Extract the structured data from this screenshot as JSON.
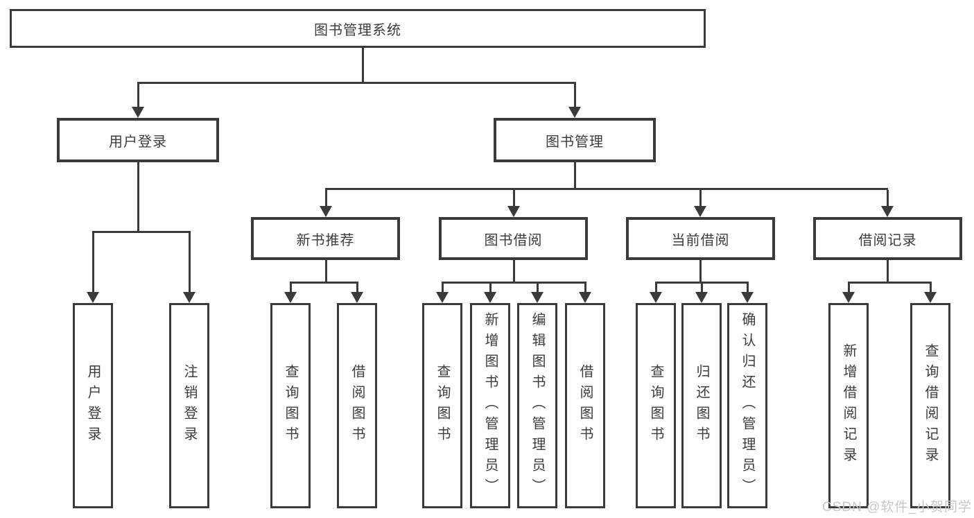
{
  "diagram": {
    "root": {
      "label": "图书管理系统"
    },
    "level2": [
      {
        "label": "用户登录"
      },
      {
        "label": "图书管理"
      }
    ],
    "level3": [
      {
        "label": "新书推荐"
      },
      {
        "label": "图书借阅"
      },
      {
        "label": "当前借阅"
      },
      {
        "label": "借阅记录"
      }
    ],
    "leaves": [
      {
        "label": "用户登录"
      },
      {
        "label": "注销登录"
      },
      {
        "label": "查询图书"
      },
      {
        "label": "借阅图书"
      },
      {
        "label": "查询图书"
      },
      {
        "label": "新增图书（管理员）"
      },
      {
        "label": "编辑图书（管理员）"
      },
      {
        "label": "借阅图书"
      },
      {
        "label": "查询图书"
      },
      {
        "label": "归还图书"
      },
      {
        "label": "确认归还（管理员）"
      },
      {
        "label": "新增借阅记录"
      },
      {
        "label": "查询借阅记录"
      }
    ],
    "watermark": "CSDN @软件_小贺同学",
    "colors": {
      "line": "#3a3a3a",
      "text": "#3c3c3c",
      "background": "#ffffff",
      "watermark": "#c7c7c7"
    }
  }
}
